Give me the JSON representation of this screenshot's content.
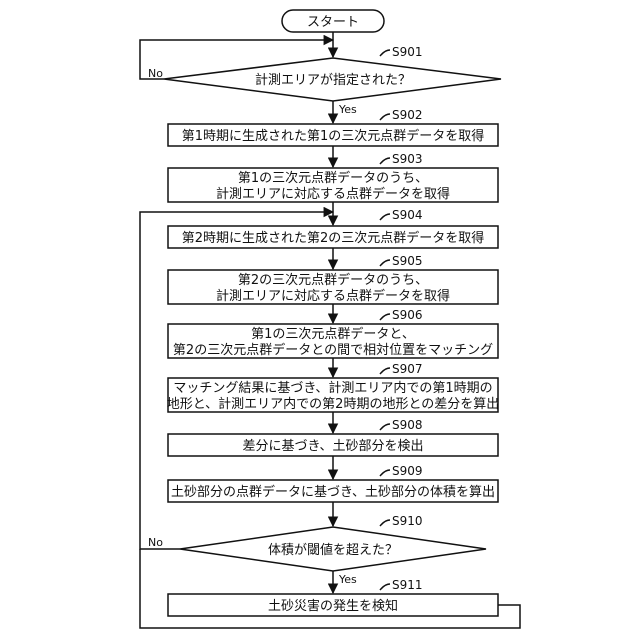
{
  "start": "スタート",
  "steps": [
    {
      "id": "S901",
      "kind": "decision",
      "lines": [
        "計測エリアが指定された？"
      ],
      "no": "No",
      "yes": "Yes"
    },
    {
      "id": "S902",
      "kind": "process",
      "lines": [
        "第1時期に生成された第1の三次元点群データを取得"
      ]
    },
    {
      "id": "S903",
      "kind": "process",
      "lines": [
        "第1の三次元点群データのうち、",
        "計測エリアに対応する点群データを取得"
      ]
    },
    {
      "id": "S904",
      "kind": "process",
      "lines": [
        "第2時期に生成された第2の三次元点群データを取得"
      ]
    },
    {
      "id": "S905",
      "kind": "process",
      "lines": [
        "第2の三次元点群データのうち、",
        "計測エリアに対応する点群データを取得"
      ]
    },
    {
      "id": "S906",
      "kind": "process",
      "lines": [
        "第1の三次元点群データと、",
        "第2の三次元点群データとの間で相対位置をマッチング"
      ]
    },
    {
      "id": "S907",
      "kind": "process",
      "lines": [
        "マッチング結果に基づき、計測エリア内での第1時期の",
        "地形と、計測エリア内での第2時期の地形との差分を算出"
      ]
    },
    {
      "id": "S908",
      "kind": "process",
      "lines": [
        "差分に基づき、土砂部分を検出"
      ]
    },
    {
      "id": "S909",
      "kind": "process",
      "lines": [
        "土砂部分の点群データに基づき、土砂部分の体積を算出"
      ]
    },
    {
      "id": "S910",
      "kind": "decision",
      "lines": [
        "体積が閾値を超えた？"
      ],
      "no": "No",
      "yes": "Yes"
    },
    {
      "id": "S911",
      "kind": "process",
      "lines": [
        "土砂災害の発生を検知"
      ]
    }
  ]
}
